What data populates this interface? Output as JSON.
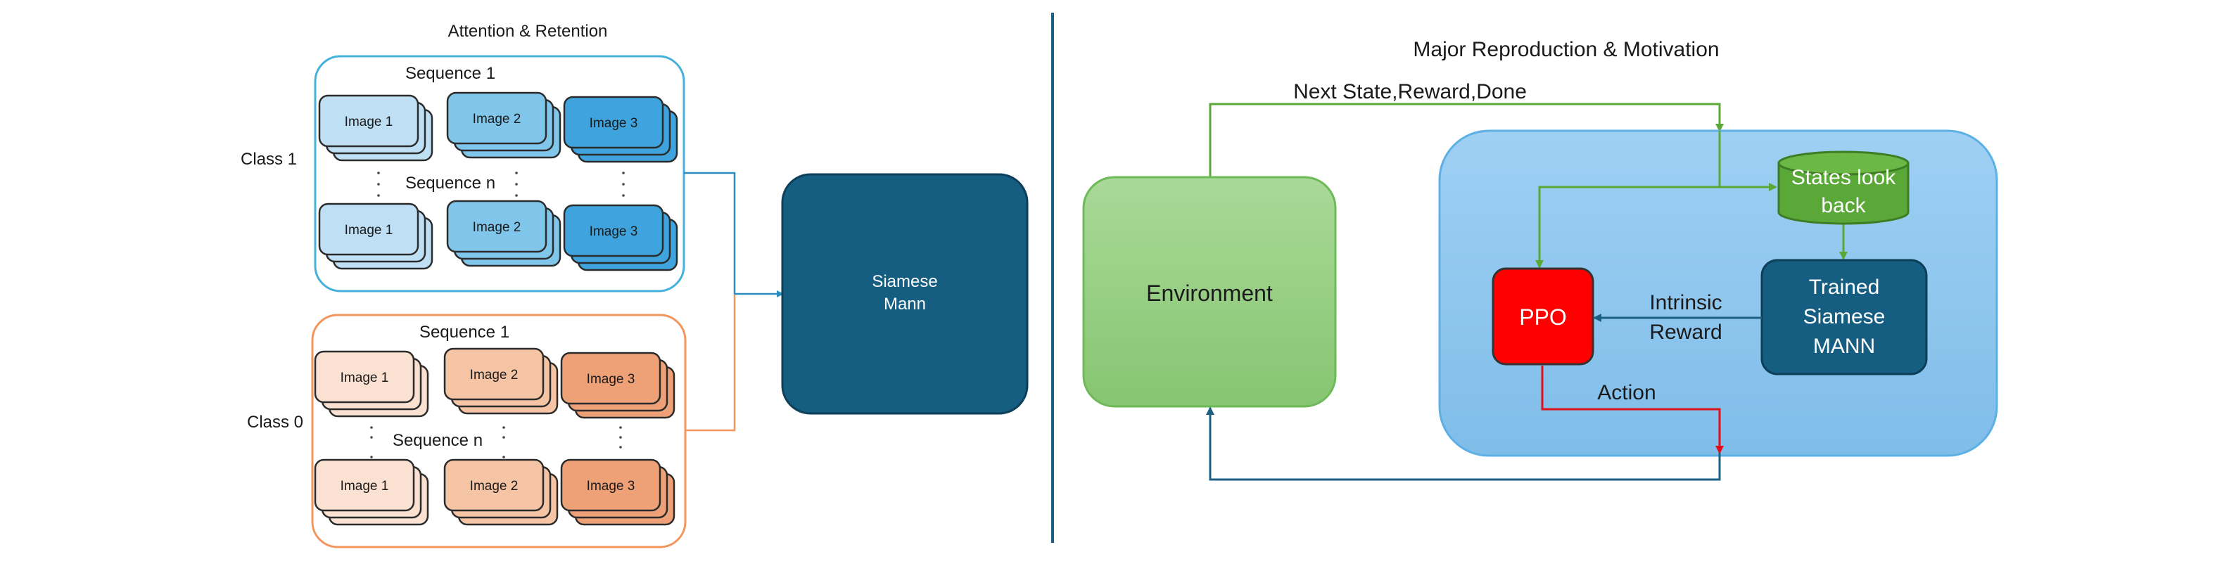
{
  "left_panel": {
    "title": "Attention & Retention",
    "class1": {
      "label": "Class 1",
      "seq_top": "Sequence 1",
      "seq_bottom": "Sequence n",
      "images": [
        "Image 1",
        "Image 2",
        "Image 3"
      ],
      "colors": [
        "#bfe0f4",
        "#80c5ea",
        "#3fa3dd"
      ]
    },
    "class0": {
      "label": "Class 0",
      "seq_top": "Sequence 1",
      "seq_bottom": "Sequence n",
      "images": [
        "Image 1",
        "Image 2",
        "Image 3"
      ],
      "colors": [
        "#fbe1d1",
        "#f5c4a5",
        "#eea177"
      ]
    },
    "siamese_label_line1": "Siamese",
    "siamese_label_line2": "Mann"
  },
  "right_panel": {
    "title": "Major Reproduction & Motivation",
    "top_arrow_label": "Next State,Reward,Done",
    "environment": "Environment",
    "states_line1": "States look",
    "states_line2": "back",
    "ppo": "PPO",
    "intrinsic_line1": "Intrinsic",
    "intrinsic_line2": "Reward",
    "trained_line1": "Trained",
    "trained_line2": "Siamese",
    "trained_line3": "MANN",
    "action": "Action"
  },
  "colors": {
    "class1_border": "#47b1db",
    "class0_border": "#f2955e",
    "siamese_fill": "#155e82",
    "env_fill": "#8ecc7a",
    "agent_region": "#8cc6ef",
    "states_fill": "#5aa837",
    "ppo_fill": "#ff0000",
    "green_arrow": "#5aa837",
    "red_arrow": "#e0101a",
    "blue_arrow": "#1d5f82",
    "divider": "#1d5f82"
  }
}
